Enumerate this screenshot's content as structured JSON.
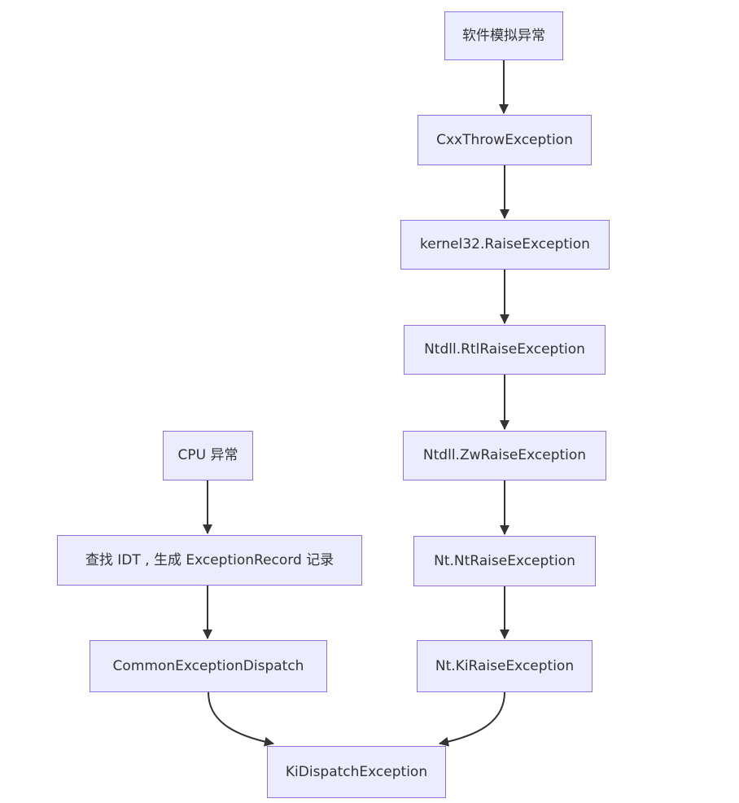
{
  "diagram": {
    "type": "flowchart",
    "direction": "top-down",
    "colors": {
      "node_fill": "#ECECFF",
      "node_border": "#9370DB",
      "edge": "#333333",
      "text": "#333333",
      "background": "#ffffff"
    },
    "nodes": [
      {
        "id": "soft",
        "label": "软件模拟异常"
      },
      {
        "id": "cxx",
        "label": "CxxThrowException"
      },
      {
        "id": "kernel32",
        "label": "kernel32.RaiseException"
      },
      {
        "id": "rtl",
        "label": "Ntdll.RtlRaiseException"
      },
      {
        "id": "zw",
        "label": "Ntdll.ZwRaiseException"
      },
      {
        "id": "ntraise",
        "label": "Nt.NtRaiseException"
      },
      {
        "id": "kiraise",
        "label": "Nt.KiRaiseException"
      },
      {
        "id": "cpu",
        "label": "CPU 异常"
      },
      {
        "id": "idt",
        "label": "查找 IDT , 生成 ExceptionRecord 记录"
      },
      {
        "id": "common",
        "label": "CommonExceptionDispatch"
      },
      {
        "id": "kidispatch",
        "label": "KiDispatchException"
      }
    ],
    "edges": [
      {
        "from": "软件模拟异常",
        "to": "CxxThrowException"
      },
      {
        "from": "CxxThrowException",
        "to": "kernel32.RaiseException"
      },
      {
        "from": "kernel32.RaiseException",
        "to": "Ntdll.RtlRaiseException"
      },
      {
        "from": "Ntdll.RtlRaiseException",
        "to": "Ntdll.ZwRaiseException"
      },
      {
        "from": "Ntdll.ZwRaiseException",
        "to": "Nt.NtRaiseException"
      },
      {
        "from": "Nt.NtRaiseException",
        "to": "Nt.KiRaiseException"
      },
      {
        "from": "CPU 异常",
        "to": "查找 IDT , 生成 ExceptionRecord 记录"
      },
      {
        "from": "查找 IDT , 生成 ExceptionRecord 记录",
        "to": "CommonExceptionDispatch"
      },
      {
        "from": "CommonExceptionDispatch",
        "to": "KiDispatchException"
      },
      {
        "from": "Nt.KiRaiseException",
        "to": "KiDispatchException"
      }
    ]
  }
}
